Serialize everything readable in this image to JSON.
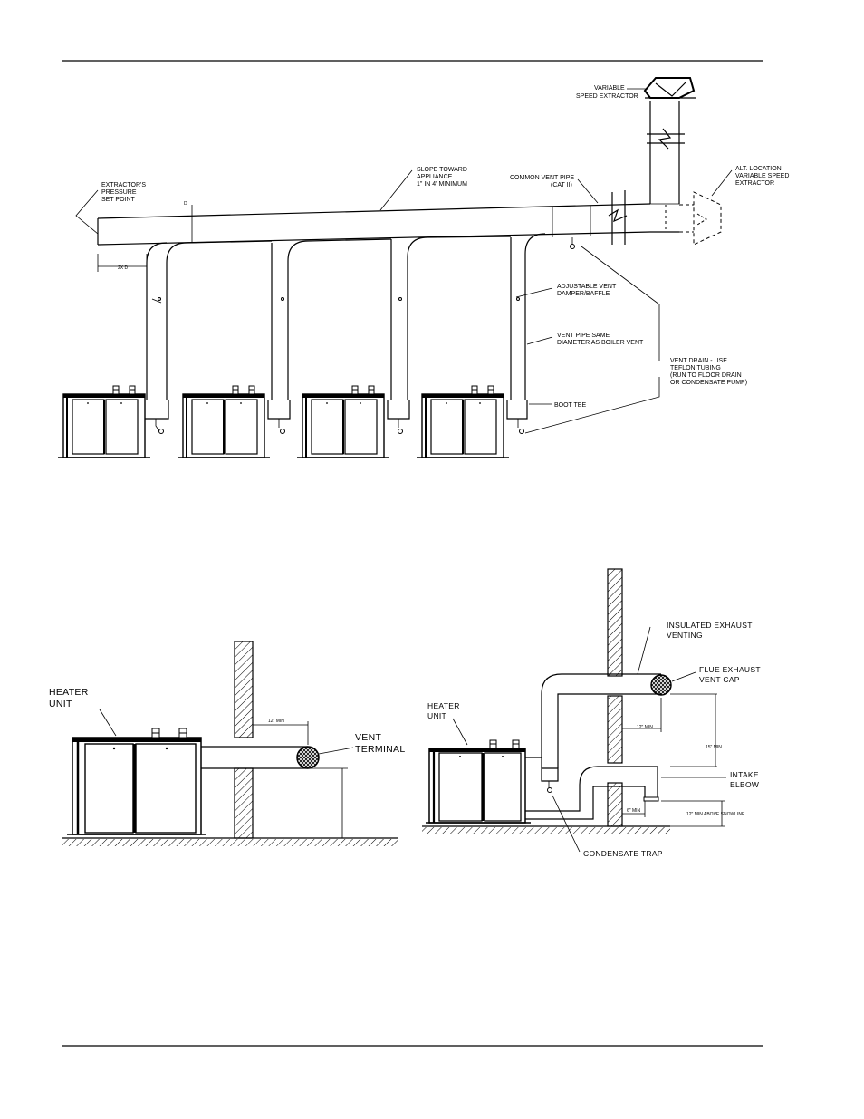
{
  "top_diagram": {
    "labels": {
      "variable_speed_extractor": [
        "VARIABLE",
        "SPEED EXTRACTOR"
      ],
      "slope_toward_appliance": [
        "SLOPE TOWARD",
        "APPLIANCE",
        "1\" IN 4' MINIMUM"
      ],
      "common_vent_pipe": [
        "COMMON VENT PIPE",
        "(CAT II)"
      ],
      "alt_location_extractor": [
        "ALT. LOCATION",
        "VARIABLE SPEED",
        "EXTRACTOR"
      ],
      "extractor_pressure_set_point": [
        "EXTRACTOR'S",
        "PRESSURE",
        "SET POINT"
      ],
      "adjustable_vent_damper": [
        "ADJUSTABLE VENT",
        "DAMPER/BAFFLE"
      ],
      "vent_pipe_same_diameter": [
        "VENT PIPE SAME",
        "DIAMETER AS BOILER VENT"
      ],
      "vent_drain": [
        "VENT DRAIN - USE",
        "TEFLON TUBING",
        "(RUN TO FLOOR DRAIN",
        "OR CONDENSATE PUMP)"
      ],
      "boot_tee": "BOOT TEE",
      "dimension_2x_d": "2X D",
      "d_mark": "D"
    }
  },
  "bottom_left_diagram": {
    "labels": {
      "heater_unit": [
        "HEATER",
        "UNIT"
      ],
      "vent_terminal": [
        "VENT",
        "TERMINAL"
      ],
      "twelve_min": "12\" MIN"
    }
  },
  "bottom_right_diagram": {
    "labels": {
      "insulated_exhaust": [
        "INSULATED EXHAUST",
        "VENTING"
      ],
      "flue_exhaust_cap": [
        "FLUE EXHAUST",
        "VENT CAP"
      ],
      "heater_unit": [
        "HEATER",
        "UNIT"
      ],
      "intake_elbow": [
        "INTAKE",
        "ELBOW"
      ],
      "condensate_trap": "CONDENSATE TRAP",
      "twelve_min": "12\" MIN",
      "fifteen_min": "15\" MIN",
      "six_min": "6\" MIN",
      "above_snowline": "12\" MIN ABOVE SNOWLINE"
    }
  }
}
